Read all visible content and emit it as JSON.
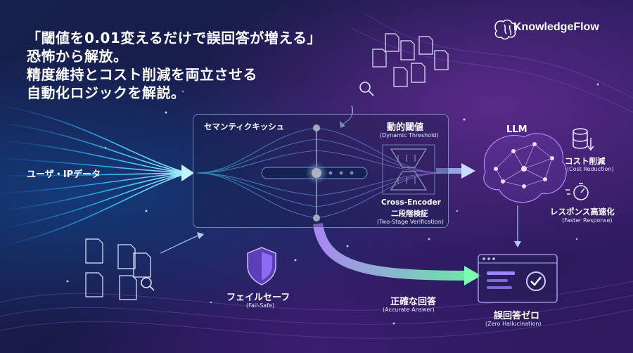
{
  "headline": {
    "line1": "「閾値を0.01変えるだけで誤回答が増える」",
    "line2": "恐怖から解放。",
    "line3": "精度維持とコスト削減を両立させる",
    "line4": "自動化ロジックを解説。"
  },
  "brand": {
    "name": "KnowledgeFlow",
    "icon": "brain-icon"
  },
  "input": {
    "label": "ユーザ・IPデータ"
  },
  "cache": {
    "label": "セマンティクキッシュ"
  },
  "threshold": {
    "label": "動的閾値",
    "sub": "(Dynamic Threshold)"
  },
  "cross_encoder": {
    "label1": "Cross-Encoder",
    "label2": "二段階検証",
    "sub": "(Two-Stage Verification)"
  },
  "llm": {
    "label": "LLM",
    "icon": "neural-brain-icon"
  },
  "cost": {
    "label": "コスト削減",
    "sub": "(Cost Reduction)",
    "icon": "database-icon"
  },
  "speed": {
    "label": "レスポンス高速化",
    "sub": "(Faster Response)",
    "icon": "stopwatch-icon"
  },
  "failsafe": {
    "label": "フェイルセーフ",
    "sub": "(Fail-Safe)",
    "icon": "shield-icon"
  },
  "accurate": {
    "label": "正確な回答",
    "sub": "(Accurate Answer)"
  },
  "zero": {
    "label": "誤回答ゼロ",
    "sub": "(Zero Hallucination)",
    "icon": "check-window-icon"
  },
  "colors": {
    "cyan": "#3fd6ff",
    "purple": "#a86bff",
    "green": "#7dffb2",
    "accent": "#b89bff"
  }
}
